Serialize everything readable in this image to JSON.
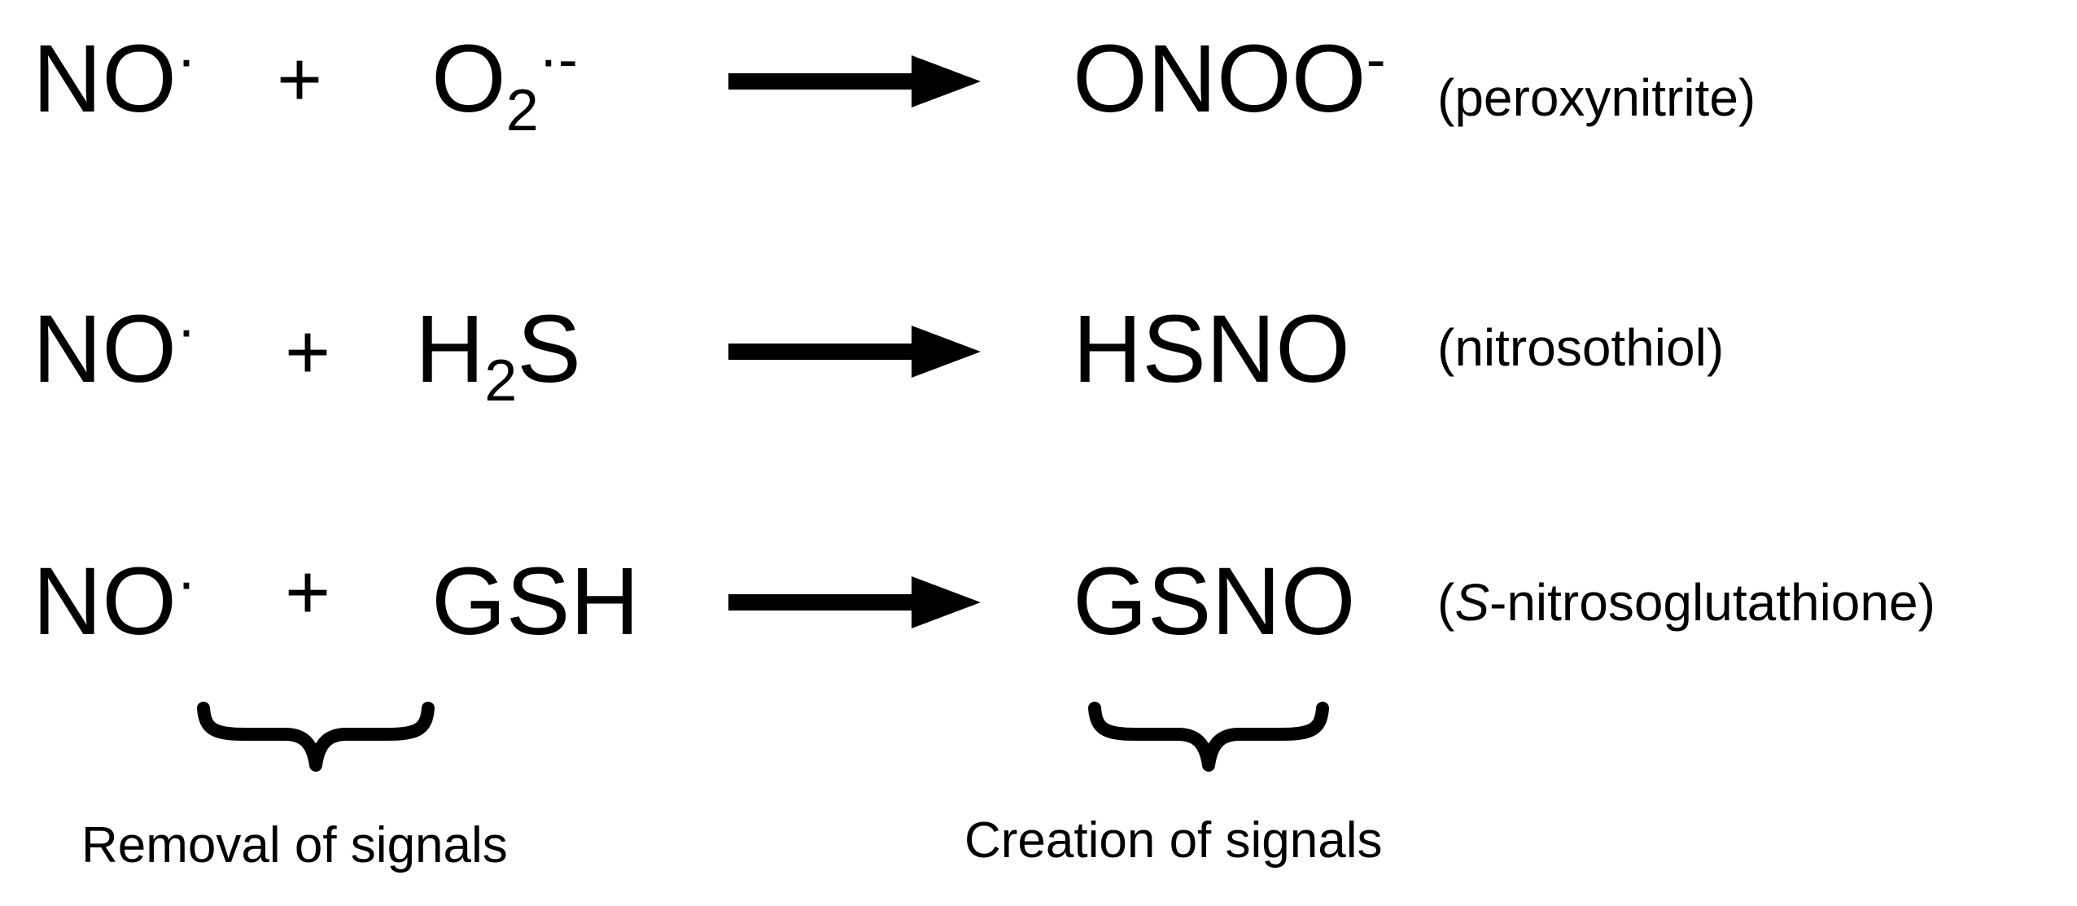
{
  "reactions": [
    {
      "reactant1": {
        "base": "NO",
        "sup": "·"
      },
      "operator": "+",
      "reactant2": {
        "base": "O",
        "sub": "2",
        "sup": "·-"
      },
      "product": {
        "base": "ONOO",
        "sup": "-"
      },
      "product_name": "(peroxynitrite)"
    },
    {
      "reactant1": {
        "base": "NO",
        "sup": "·"
      },
      "operator": "+",
      "reactant2": {
        "pre": "H",
        "sub": "2",
        "post": "S"
      },
      "product": {
        "base": "HSNO"
      },
      "product_name": "(nitrosothiol)"
    },
    {
      "reactant1": {
        "base": "NO",
        "sup": "·"
      },
      "operator": "+",
      "reactant2": {
        "base": "GSH"
      },
      "product": {
        "base": "GSNO"
      },
      "product_name": {
        "open": "(",
        "italic": "S",
        "rest": "-nitrosoglutathione)"
      }
    }
  ],
  "captions": {
    "left": "Removal of signals",
    "right": "Creation of signals"
  },
  "colors": {
    "ink": "#000000",
    "background": "#ffffff"
  }
}
